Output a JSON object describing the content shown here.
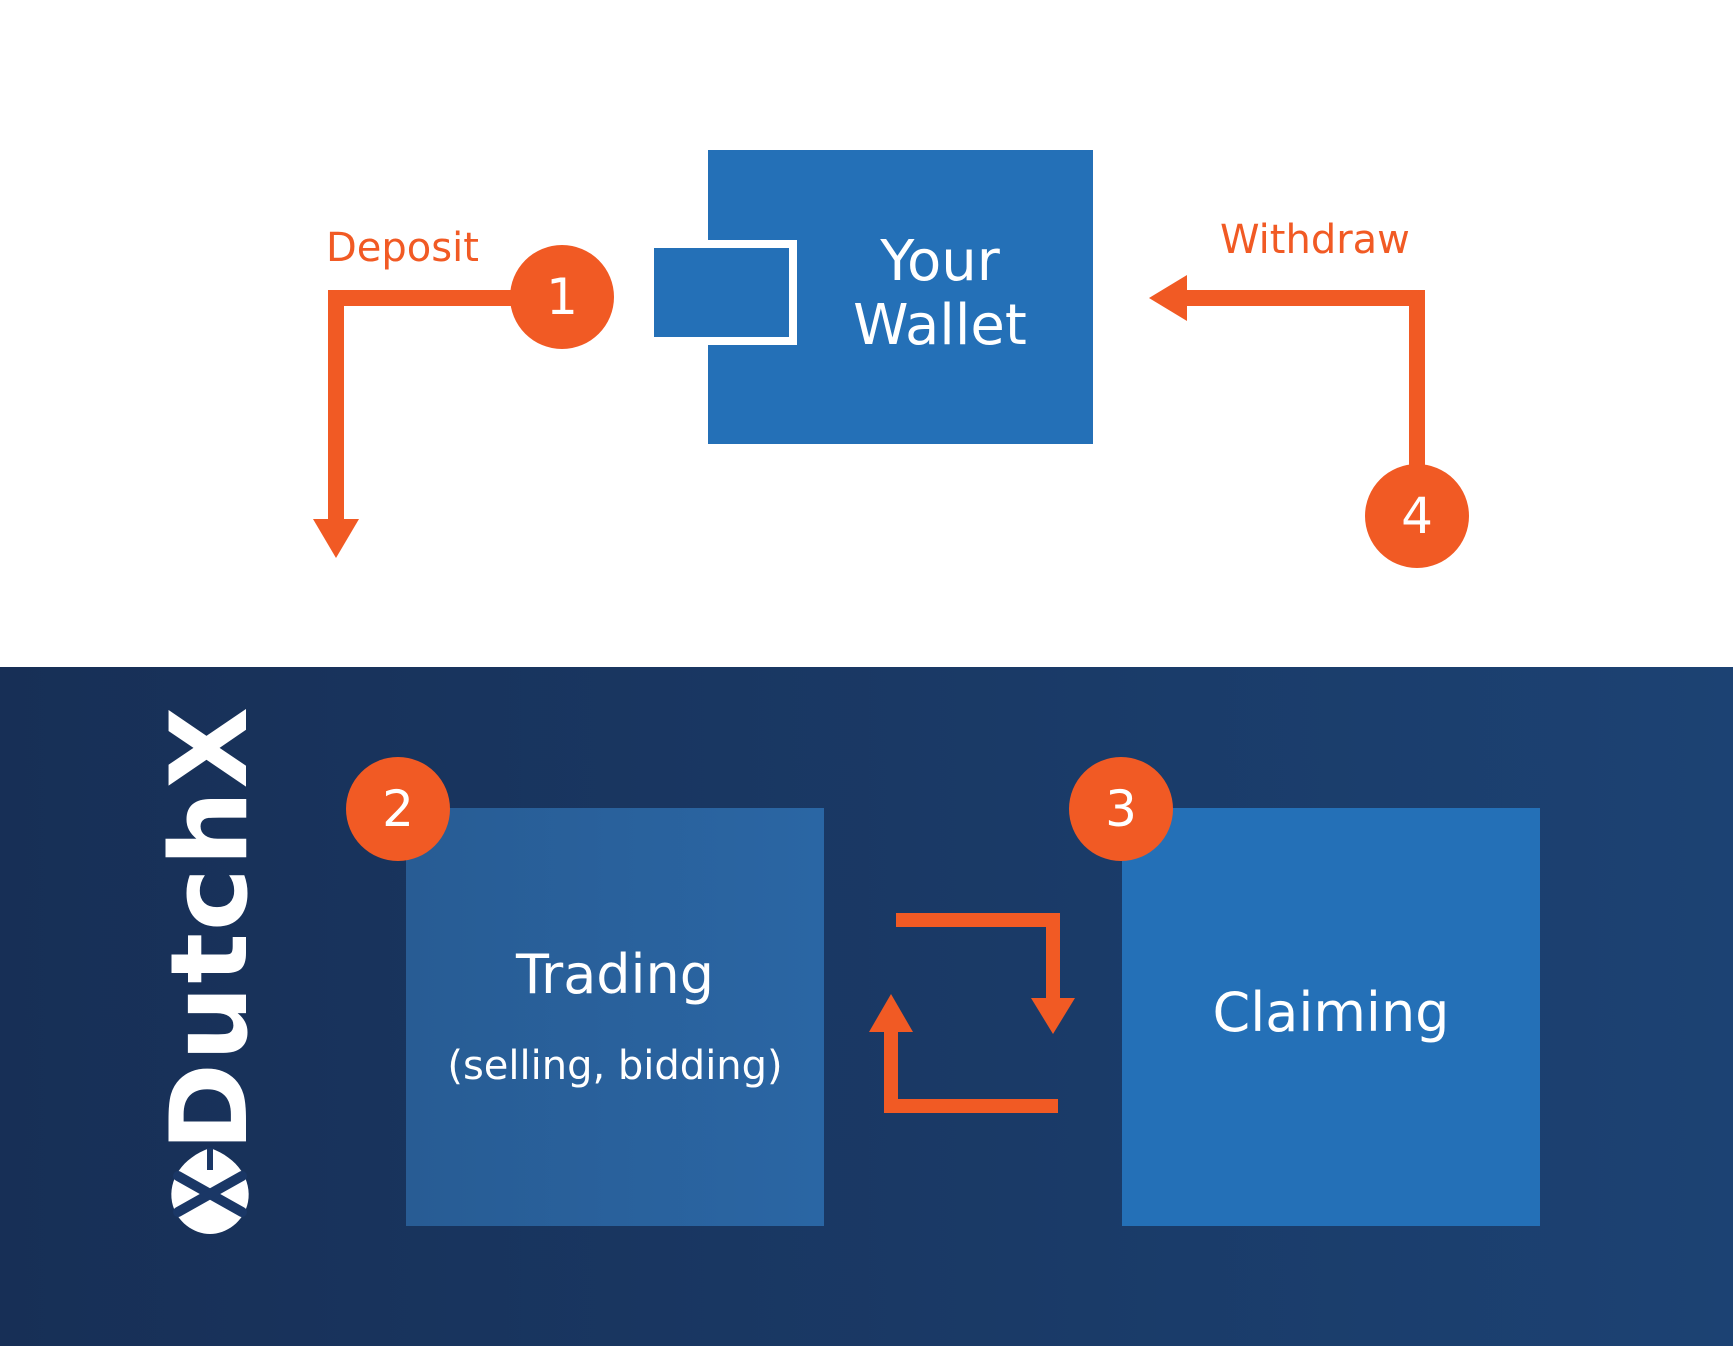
{
  "wallet": {
    "title": "Your\nWallet"
  },
  "steps": [
    {
      "number": "1",
      "label": "Deposit"
    },
    {
      "number": "2",
      "label": "Trading",
      "sublabel": "(selling, bidding)"
    },
    {
      "number": "3",
      "label": "Claiming"
    },
    {
      "number": "4",
      "label": "Withdraw"
    }
  ],
  "brand": {
    "name": "DutchX",
    "mark_icon": "dutchx-logo-mark"
  },
  "colors": {
    "accent": "#f15a24",
    "wallet_blue": "#2470b7",
    "panel_dark": "#172f56",
    "panel_light": "#1c4273",
    "text_light": "#ffffff"
  }
}
